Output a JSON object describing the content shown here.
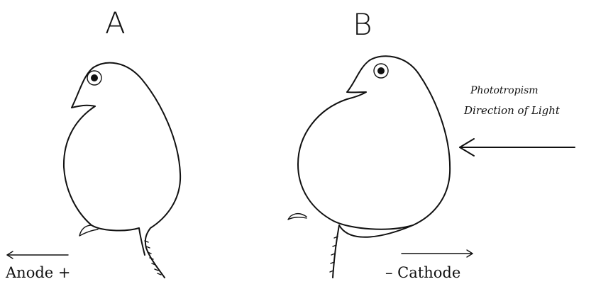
{
  "panels": {
    "a": {
      "letter": "A"
    },
    "b": {
      "letter": "B"
    }
  },
  "electrodes": {
    "anode": "Anode +",
    "cathode": "– Cathode"
  },
  "light_note": {
    "line1": "Phototropism",
    "line2": "Direction of Light"
  }
}
